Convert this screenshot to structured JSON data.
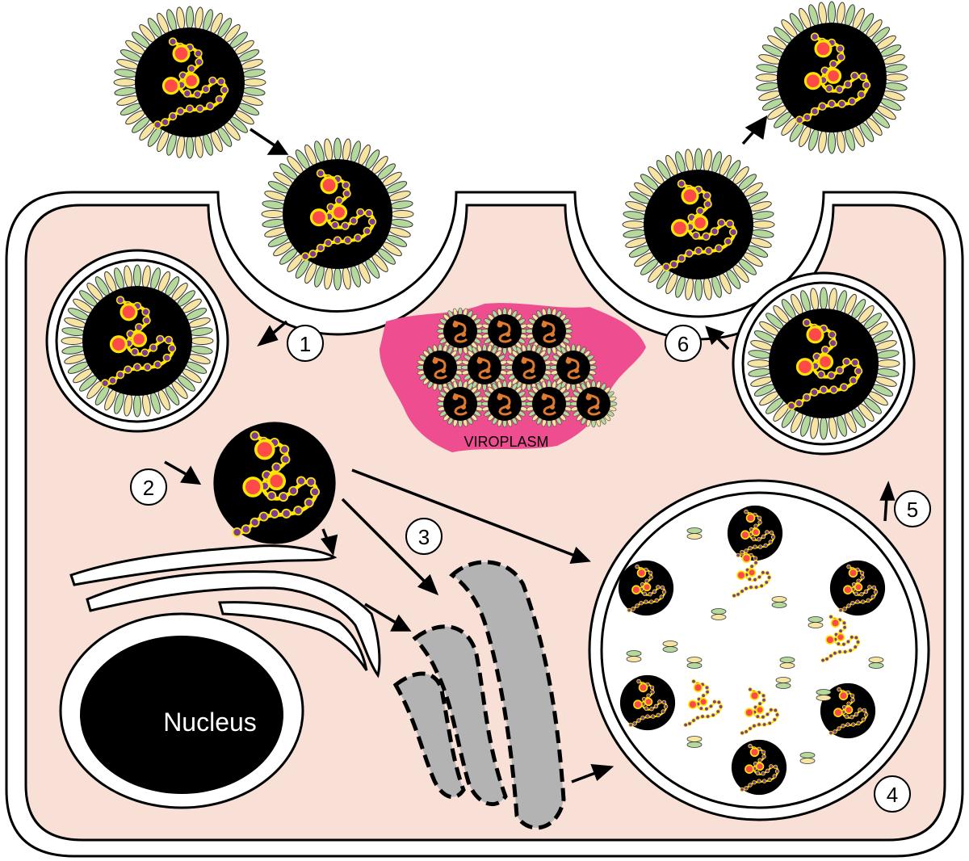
{
  "labels": {
    "nucleus": "Nucleus",
    "viroplasm": "VIROPLASM"
  },
  "steps": [
    {
      "number": "1"
    },
    {
      "number": "2"
    },
    {
      "number": "3"
    },
    {
      "number": "4"
    },
    {
      "number": "5"
    },
    {
      "number": "6"
    }
  ],
  "colors": {
    "cytoplasm": "#f8e0d6",
    "membrane_outline": "#000000",
    "capsid_core": "#000000",
    "spike_green": "#b5d99c",
    "spike_cream": "#f6e4a2",
    "rna_bead": "#7b3d94",
    "rna_outline": "#ffe600",
    "protein_head": "#ff4a4a",
    "viroplasm": "#ee4d8f",
    "golgi_fill": "#b3b3b3",
    "viroplasm_particle_core": "#e07a2f"
  }
}
